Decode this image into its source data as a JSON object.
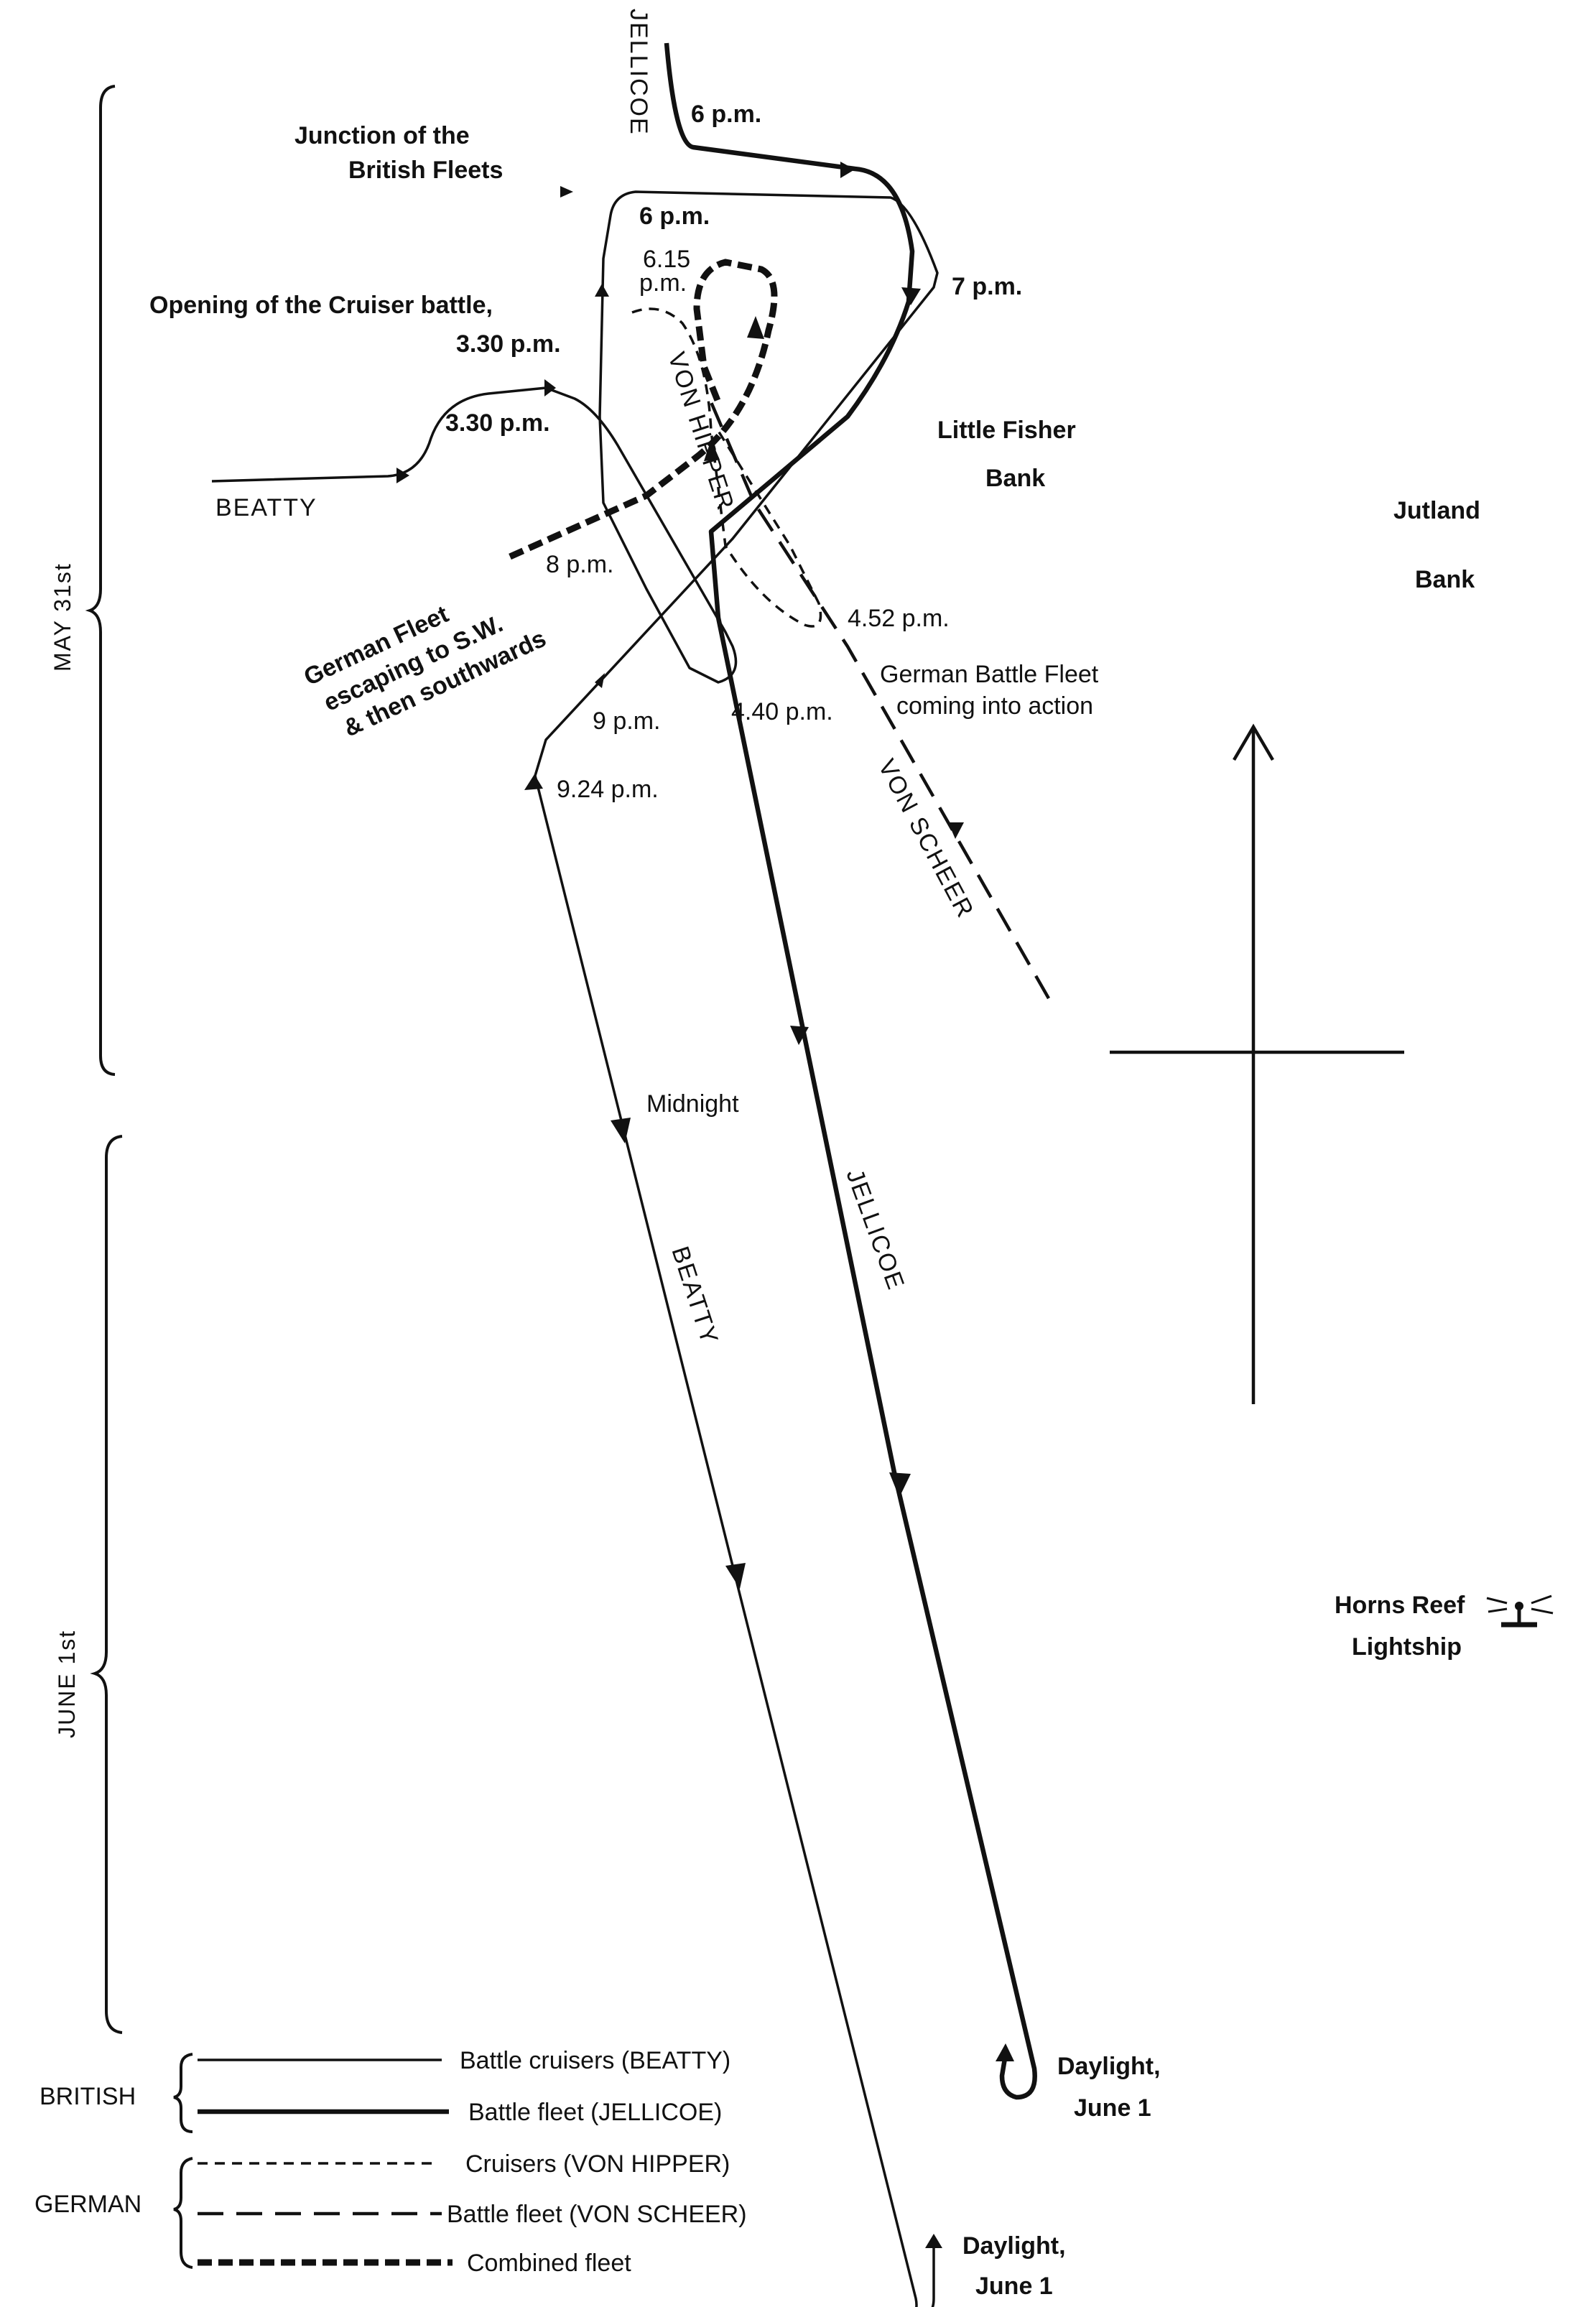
{
  "places": {
    "junction": [
      "Junction of the",
      "British Fleets"
    ],
    "cruiser_battle": [
      "Opening of the Cruiser battle,",
      "3.30 p.m."
    ],
    "little_fisher": [
      "Little Fisher",
      "Bank"
    ],
    "jutland": [
      "Jutland",
      "Bank"
    ],
    "horns_reef": [
      "Horns Reef",
      "Lightship"
    ],
    "german_escape": [
      "German Fleet",
      "escaping to S.W.",
      "& then southwards"
    ],
    "german_battle_fleet": [
      "German Battle Fleet",
      "coming into action"
    ]
  },
  "times": {
    "t6pm_jellicoe": "6 p.m.",
    "t6pm_beatty": "6 p.m.",
    "t7pm": "7 p.m.",
    "t615": [
      "6.15",
      "p.m."
    ],
    "t330": "3.30 p.m.",
    "t8pm": "8 p.m.",
    "t9pm": "9 p.m.",
    "t440": "4.40 p.m.",
    "t452": "4.52 p.m.",
    "t924": "9.24 p.m.",
    "midnight": "Midnight",
    "daylight_jellicoe": [
      "Daylight,",
      "June 1"
    ],
    "daylight_beatty": [
      "Daylight,",
      "June 1"
    ]
  },
  "ship_labels": {
    "beatty_start": "BEATTY",
    "jellicoe_top": "JELLICOE",
    "hipper": "VON HIPPER",
    "scheer": "VON SCHEER",
    "beatty_track": "BEATTY",
    "jellicoe_track": "JELLICOE"
  },
  "timeline": {
    "may": "MAY 31st",
    "june": "JUNE 1st"
  },
  "legend": {
    "british": "BRITISH",
    "german": "GERMAN",
    "items": [
      {
        "label": "Battle cruisers (BEATTY)",
        "style": "beatty"
      },
      {
        "label": "Battle fleet (JELLICOE)",
        "style": "jellicoe"
      },
      {
        "label": "Cruisers (VON HIPPER)",
        "style": "hipper"
      },
      {
        "label": "Battle fleet (VON SCHEER)",
        "style": "scheer"
      },
      {
        "label": "Combined fleet",
        "style": "combined"
      }
    ]
  },
  "icons": {
    "compass": "compass-cross-icon",
    "lightship": "lightship-icon"
  },
  "colors": {
    "ink": "#111111",
    "paper": "#ffffff"
  }
}
